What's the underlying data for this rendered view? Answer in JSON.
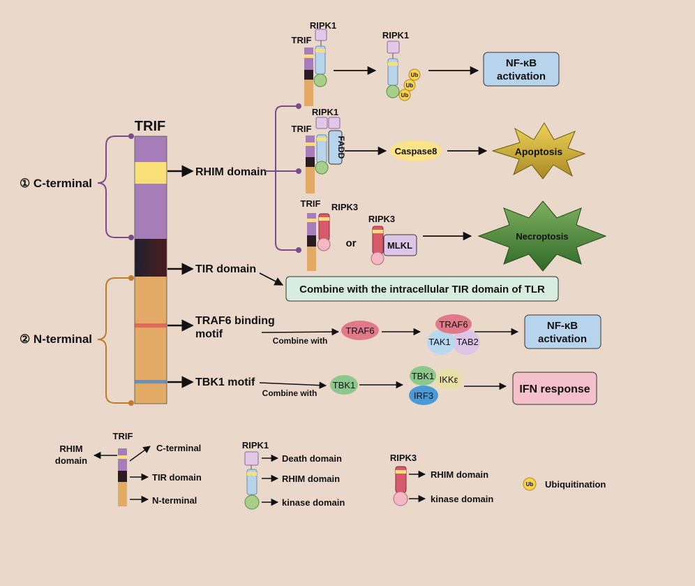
{
  "trif_title": "TRIF",
  "c_terminal": "① C-terminal",
  "n_terminal": "② N-terminal",
  "domains": {
    "rhim": "RHIM domain",
    "tir": "TIR domain",
    "traf6_line1": "TRAF6 binding",
    "traf6_line2": "motif",
    "tbk1": "TBK1 motif"
  },
  "labels": {
    "trif": "TRIF",
    "ripk1": "RIPK1",
    "ripk3": "RIPK3",
    "fadd": "FADD",
    "ub": "Ub",
    "or": "or",
    "mlkl": "MLKL",
    "caspase8": "Caspase8",
    "traf6": "TRAF6",
    "tak1": "TAK1",
    "tab2": "TAB2",
    "tbk1": "TBK1",
    "ikke": "IKKε",
    "irf3": "IRF3",
    "combine_with": "Combine with"
  },
  "outcomes": {
    "nfkb_line1": "NF-κB",
    "nfkb_line2": "activation",
    "apoptosis": "Apoptosis",
    "necroptosis": "Necroptosis",
    "tir_combine": "Combine with the intracellular TIR domain of TLR",
    "ifn": "IFN response"
  },
  "legend": {
    "trif": "TRIF",
    "rhim_line1": "RHIM",
    "rhim_line2": "domain",
    "c_terminal": "C-terminal",
    "tir_domain": "TIR domain",
    "n_terminal": "N-terminal",
    "ripk1": "RIPK1",
    "death_domain": "Death domain",
    "rhim_domain": "RHIM  domain",
    "kinase_domain": "kinase domain",
    "ripk3": "RIPK3",
    "ripk3_rhim": "RHIM  domain",
    "ripk3_kinase": "kinase domain",
    "ub": "Ub",
    "ubiquitination": "Ubiquitination"
  },
  "colors": {
    "background": "#ead9cb",
    "purple": "#a67db8",
    "yellow": "#f8df78",
    "dark": "#2a1c22",
    "orange": "#e2aa65",
    "traf6_band": "#e06a5a",
    "tbk1_band": "#6a8fb8",
    "ripk1_death": "#e2c8e6",
    "ripk1_rhim": "#b8d4ea",
    "kinase_green": "#a7cf8a",
    "ripk3_red": "#d65a6a",
    "ripk3_pink": "#f4b8c4",
    "nfkb_box": "#b8d4ec",
    "tir_box": "#d6ede0",
    "ifn_box": "#f4c0cc"
  }
}
